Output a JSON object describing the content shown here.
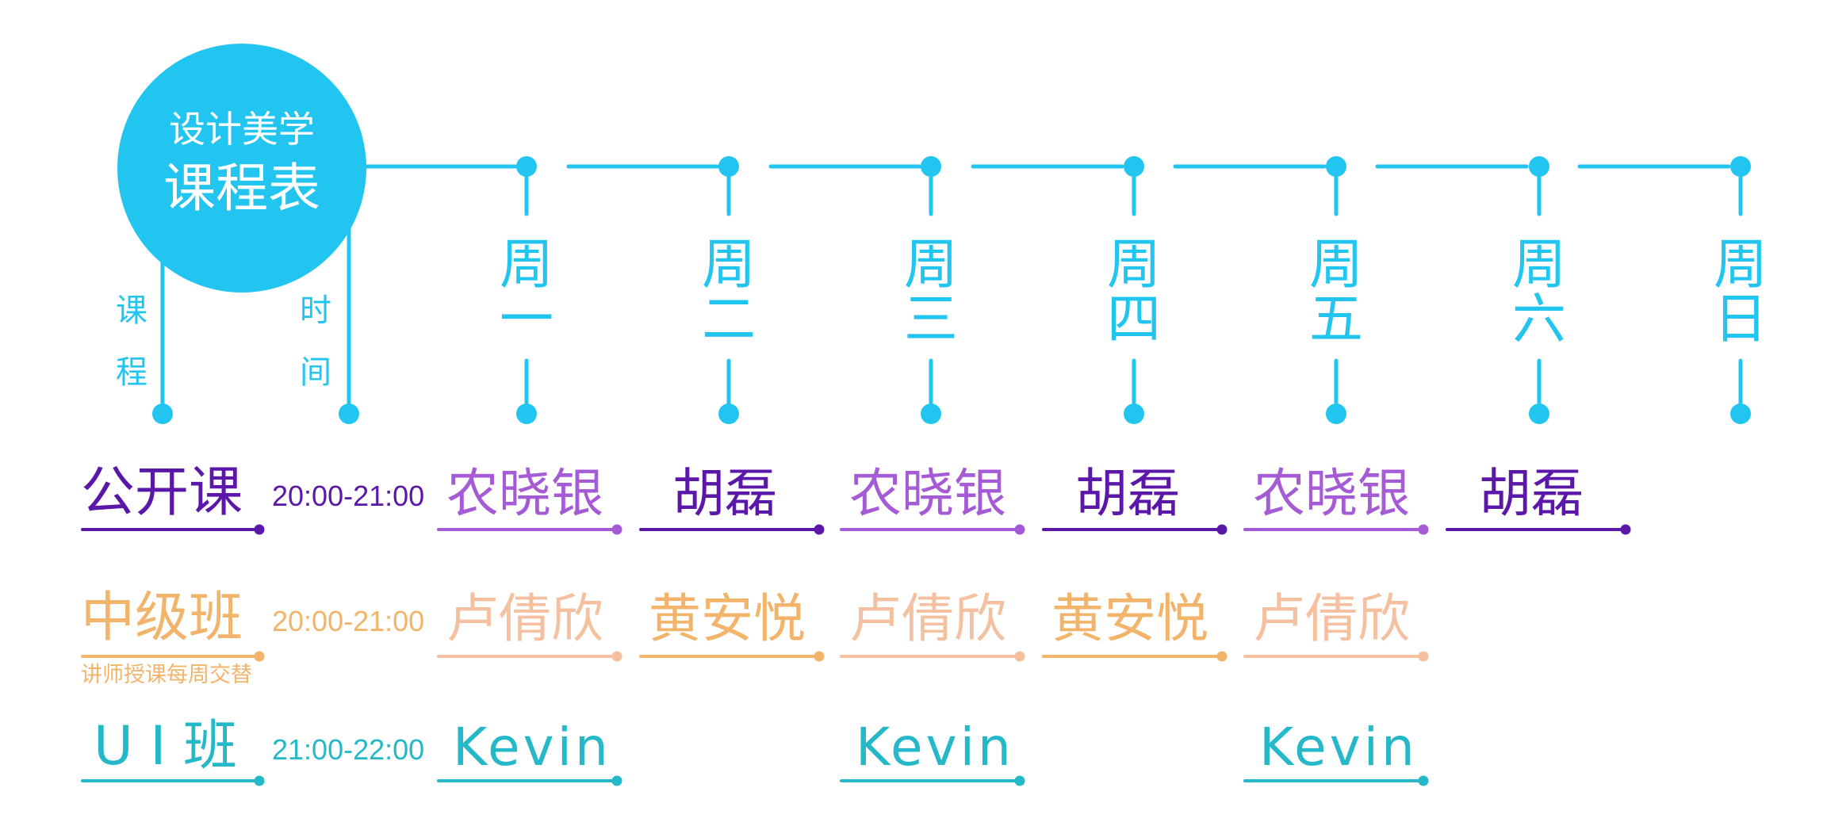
{
  "header": {
    "title_line1": "设计美学",
    "title_line2": "课程表",
    "label_course": [
      "课",
      "程"
    ],
    "label_time": [
      "时",
      "间"
    ]
  },
  "days": [
    [
      "周",
      "一"
    ],
    [
      "周",
      "二"
    ],
    [
      "周",
      "三"
    ],
    [
      "周",
      "四"
    ],
    [
      "周",
      "五"
    ],
    [
      "周",
      "六"
    ],
    [
      "周",
      "日"
    ]
  ],
  "rows": [
    {
      "course": "公开课",
      "time": "20:00-21:00",
      "note": "",
      "cells": [
        "农晓银",
        "胡磊",
        "农晓银",
        "胡磊",
        "农晓银",
        "胡磊",
        ""
      ]
    },
    {
      "course": "中级班",
      "time": "20:00-21:00",
      "note": "讲师授课每周交替",
      "cells": [
        "卢倩欣",
        "黄安悦",
        "卢倩欣",
        "黄安悦",
        "卢倩欣",
        "",
        ""
      ]
    },
    {
      "course": "U I 班",
      "time": "21:00-22:00",
      "note": "",
      "cells": [
        "Kevin",
        "",
        "Kevin",
        "",
        "Kevin",
        "",
        ""
      ]
    }
  ],
  "colors": {
    "accent": "#22c5f0",
    "purple_dark": "#5b17a8",
    "purple_light": "#a55ad6",
    "orange_text": "#f2b36a",
    "orange_salmon": "#f4c0a0",
    "teal": "#25b8c8"
  }
}
